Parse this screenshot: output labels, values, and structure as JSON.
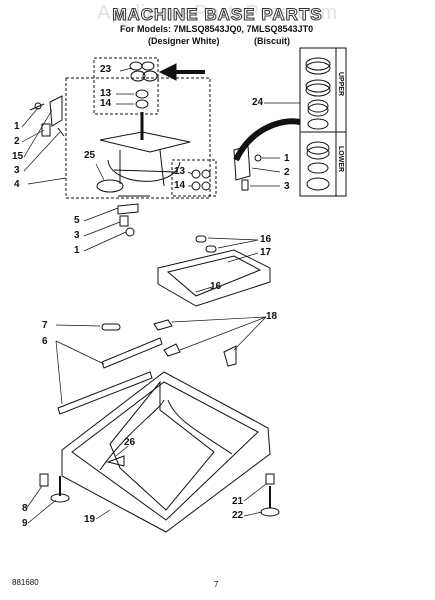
{
  "watermark": "AppliancePartsPros.com",
  "header": {
    "title": "MACHINE BASE PARTS",
    "models_line": "For Models: 7MLSQ8543JQ0, 7MLSQ8543JT0",
    "color_left": "(Designer White)",
    "color_right": "(Biscuit)"
  },
  "callouts": [
    "23",
    "13",
    "14",
    "24",
    "1",
    "2",
    "15",
    "3",
    "4",
    "25",
    "13",
    "14",
    "1",
    "2",
    "3",
    "5",
    "3",
    "1",
    "16",
    "17",
    "16",
    "7",
    "18",
    "6",
    "26",
    "8",
    "9",
    "19",
    "21",
    "22"
  ],
  "side_labels": {
    "upper": "UPPER",
    "lower": "LOWER"
  },
  "footer": {
    "code": "881680",
    "page": "7"
  }
}
